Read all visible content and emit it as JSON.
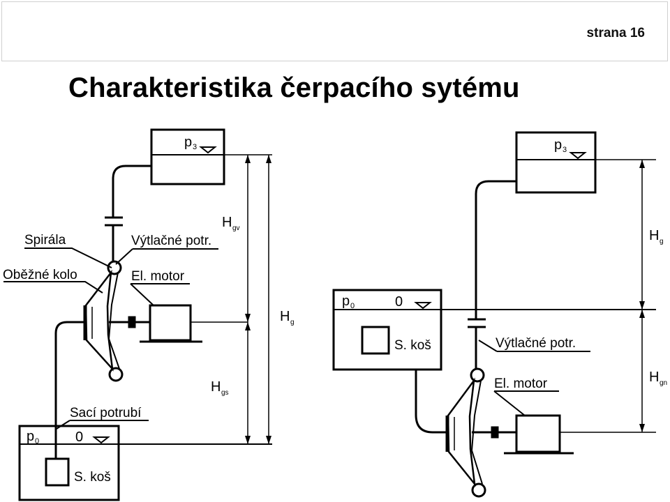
{
  "header": {
    "page_number": "strana 16"
  },
  "title": "Charakteristika čerpacího sytému",
  "left_diagram": {
    "upper_tank": {
      "pressure": "p",
      "pressure_sub": "3"
    },
    "discharge_label": "Výtlačné potr.",
    "spiral_label": "Spirála",
    "impeller_label": "Oběžné kolo",
    "motor_label": "El. motor",
    "suction_label": "Sací potrubí",
    "lower_tank": {
      "pressure": "p",
      "pressure_sub": "0",
      "level": "0",
      "strainer": "S. koš"
    },
    "h_discharge": {
      "symbol": "H",
      "sub": "gv"
    },
    "h_suction": {
      "symbol": "H",
      "sub": "gs"
    },
    "h_total": {
      "symbol": "H",
      "sub": "g"
    }
  },
  "right_diagram": {
    "upper_tank": {
      "pressure": "p",
      "pressure_sub": "3"
    },
    "middle_tank": {
      "pressure": "p",
      "pressure_sub": "0",
      "level": "0",
      "strainer": "S. koš"
    },
    "discharge_label": "Výtlačné potr.",
    "motor_label": "El. motor",
    "h_total": {
      "symbol": "H",
      "sub": "g"
    },
    "h_negative": {
      "symbol": "H",
      "sub": "gn"
    }
  }
}
